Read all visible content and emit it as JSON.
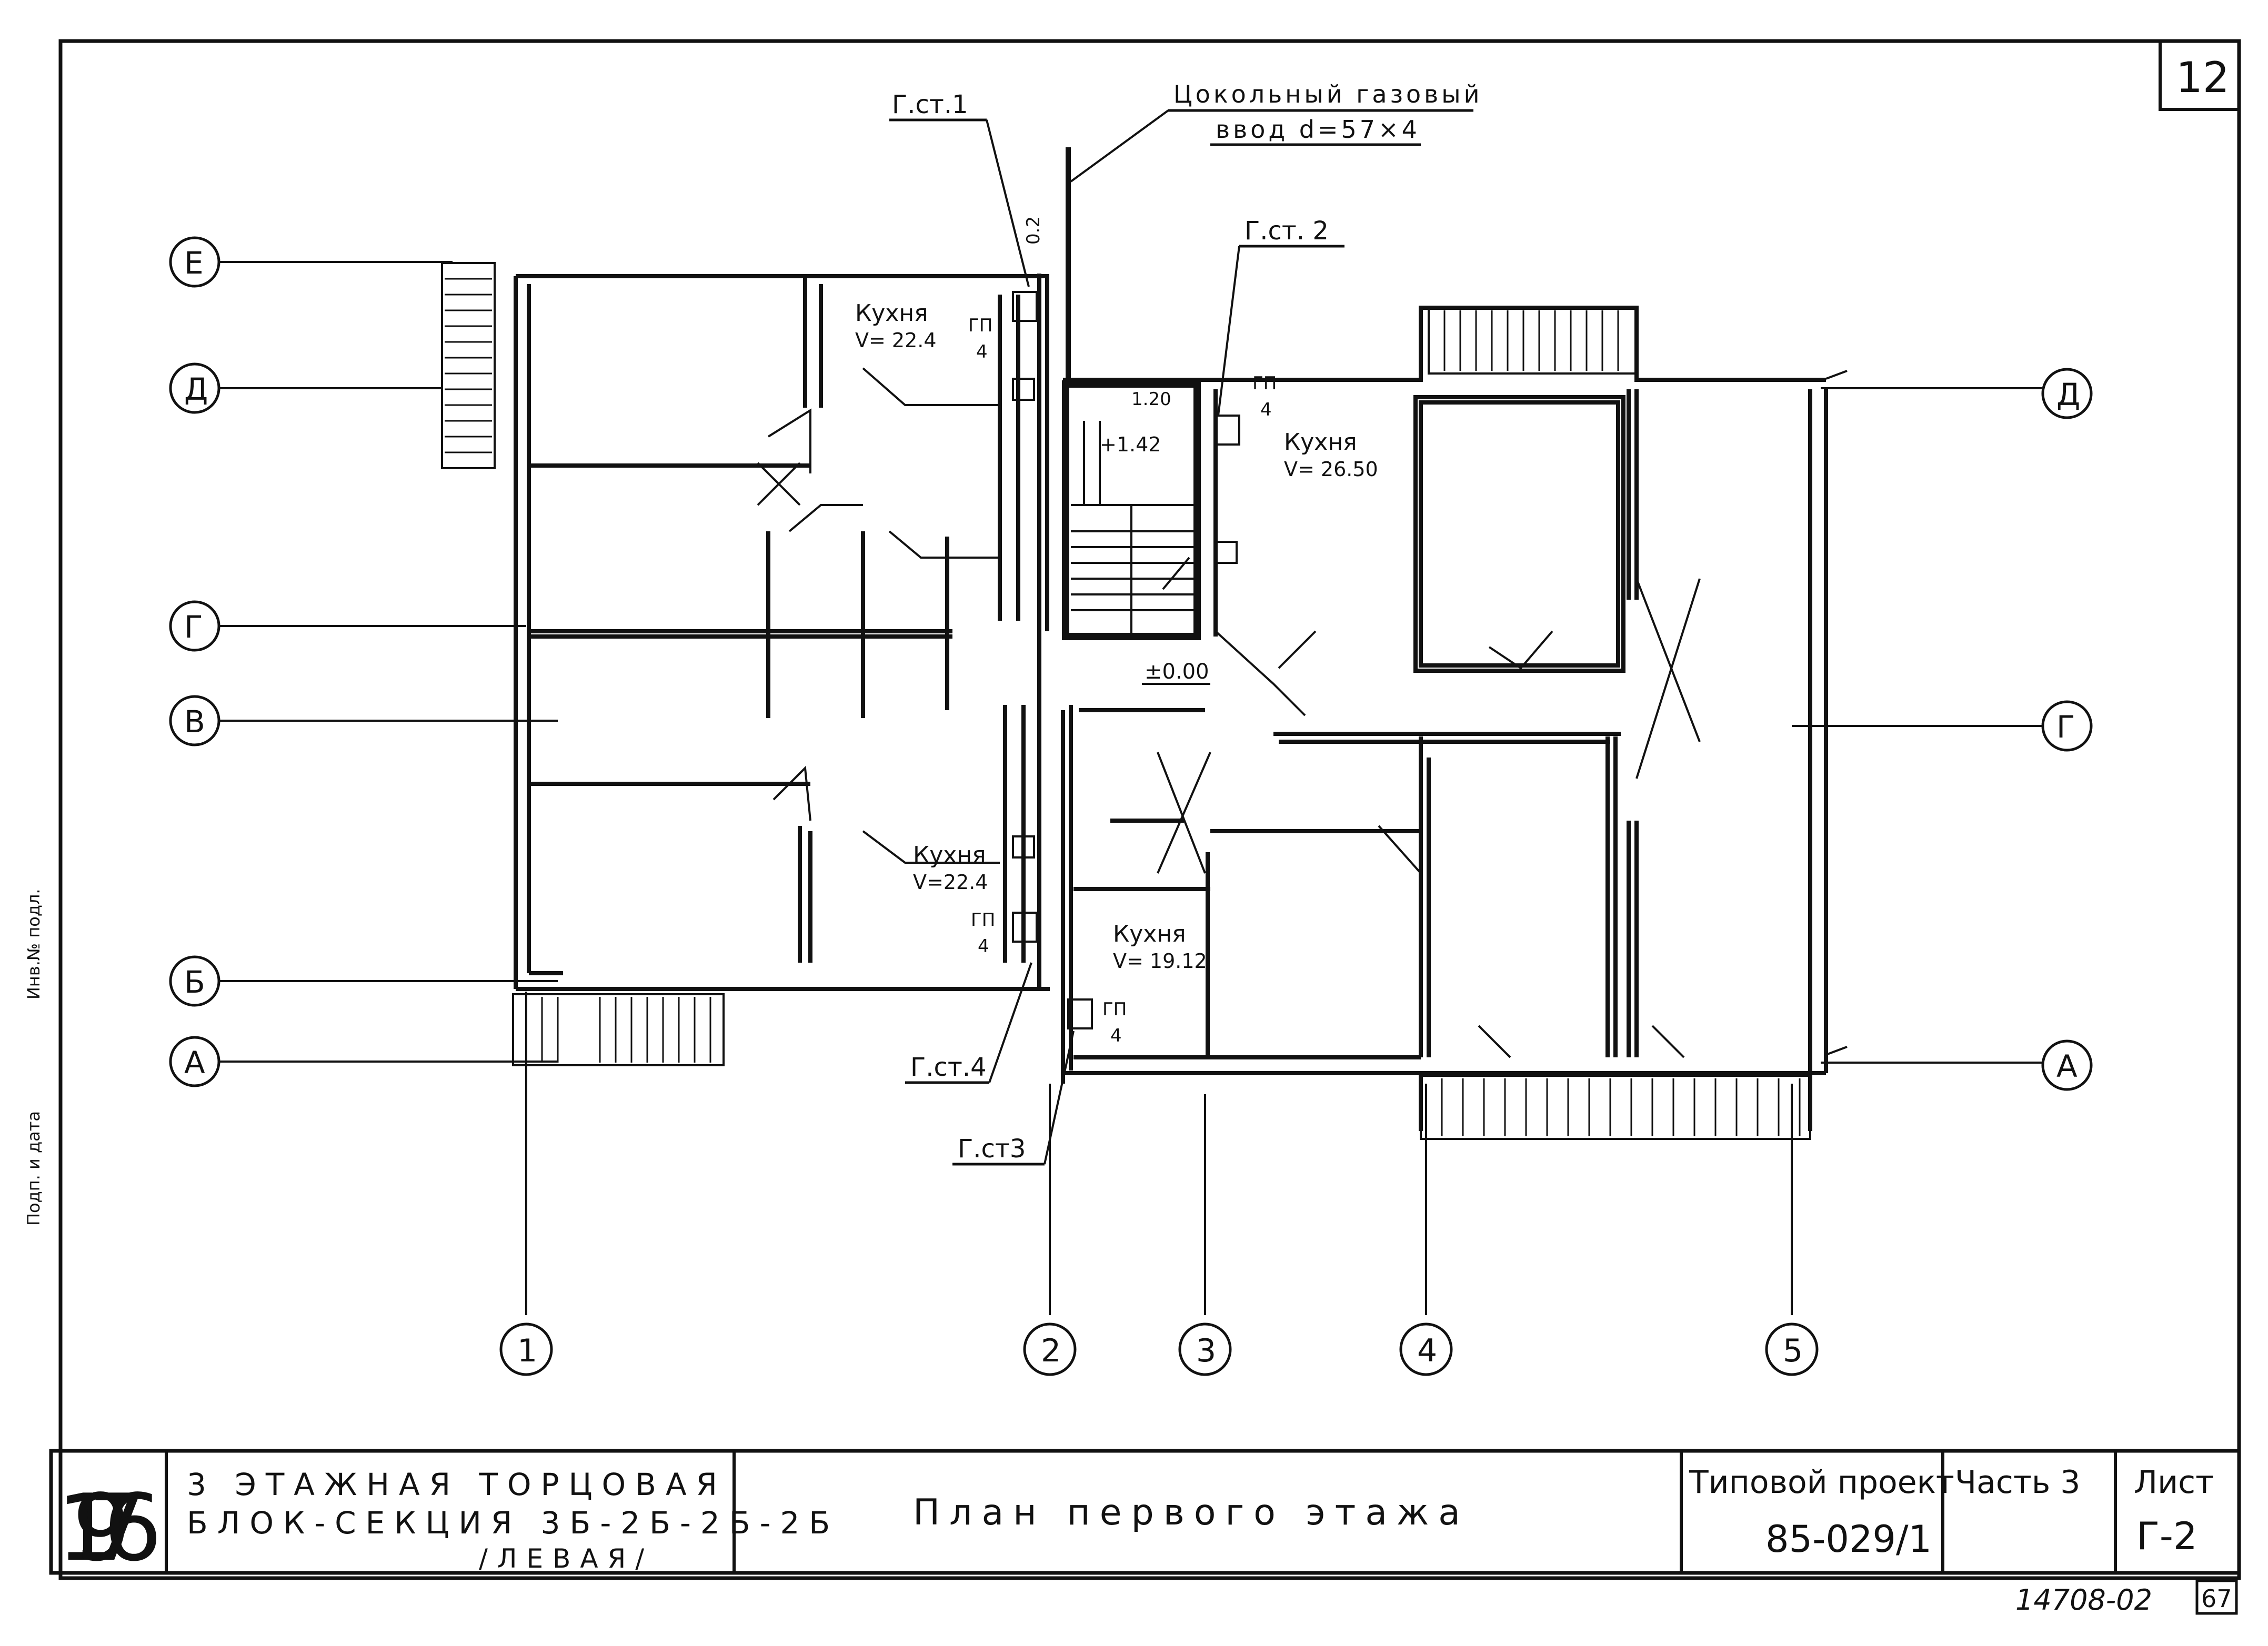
{
  "sheet": {
    "sheet_corner_number": "12",
    "bottom_code": "14708-02",
    "page_box": "67"
  },
  "title_block": {
    "year": "1976",
    "description_line1": "3 ЭТАЖНАЯ ТОРЦОВАЯ",
    "description_line2": "БЛОК-СЕКЦИЯ 3Б-2Б-2Б-2Б",
    "description_line3": "/ЛЕВАЯ/",
    "drawing_title": "План первого этажа",
    "project_label": "Типовой проект",
    "project_number": "85-029/1",
    "part": "Часть 3",
    "sheet_label": "Лист",
    "sheet_number": "Г-2"
  },
  "grid_rows_left": [
    "Е",
    "Д",
    "Г",
    "В",
    "Б",
    "А"
  ],
  "grid_rows_right": [
    "Д",
    "Г",
    "А"
  ],
  "grid_columns": [
    "1",
    "2",
    "3",
    "4",
    "5"
  ],
  "annotations": {
    "gas_stand_1": "Г.ст.1",
    "gas_stand_2": "Г.ст. 2",
    "gas_stand_3": "Г.ст3",
    "gas_stand_4": "Г.ст.4",
    "gas_input_line1": "Цокольный газовый",
    "gas_input_line2": "ввод d=57×4",
    "dim_02": "0.2",
    "level_120": "1.20",
    "level_142": "+1.42",
    "level_000": "±0.00"
  },
  "kitchens": [
    {
      "name": "Кухня",
      "volume": "V= 22.4",
      "stove_top": "ГП",
      "stove_bottom": "4"
    },
    {
      "name": "Кухня",
      "volume": "V= 26.50",
      "stove_top": "ГП",
      "stove_bottom": "4"
    },
    {
      "name": "Кухня",
      "volume": "V=22.4",
      "stove_top": "ГП",
      "stove_bottom": "4"
    },
    {
      "name": "Кухня",
      "volume": "V= 19.12",
      "stove_top": "ГП",
      "stove_bottom": "4"
    }
  ],
  "margin_stamp": {
    "line1": "Инв.№ подл.",
    "line2": "Подп. и дата"
  }
}
